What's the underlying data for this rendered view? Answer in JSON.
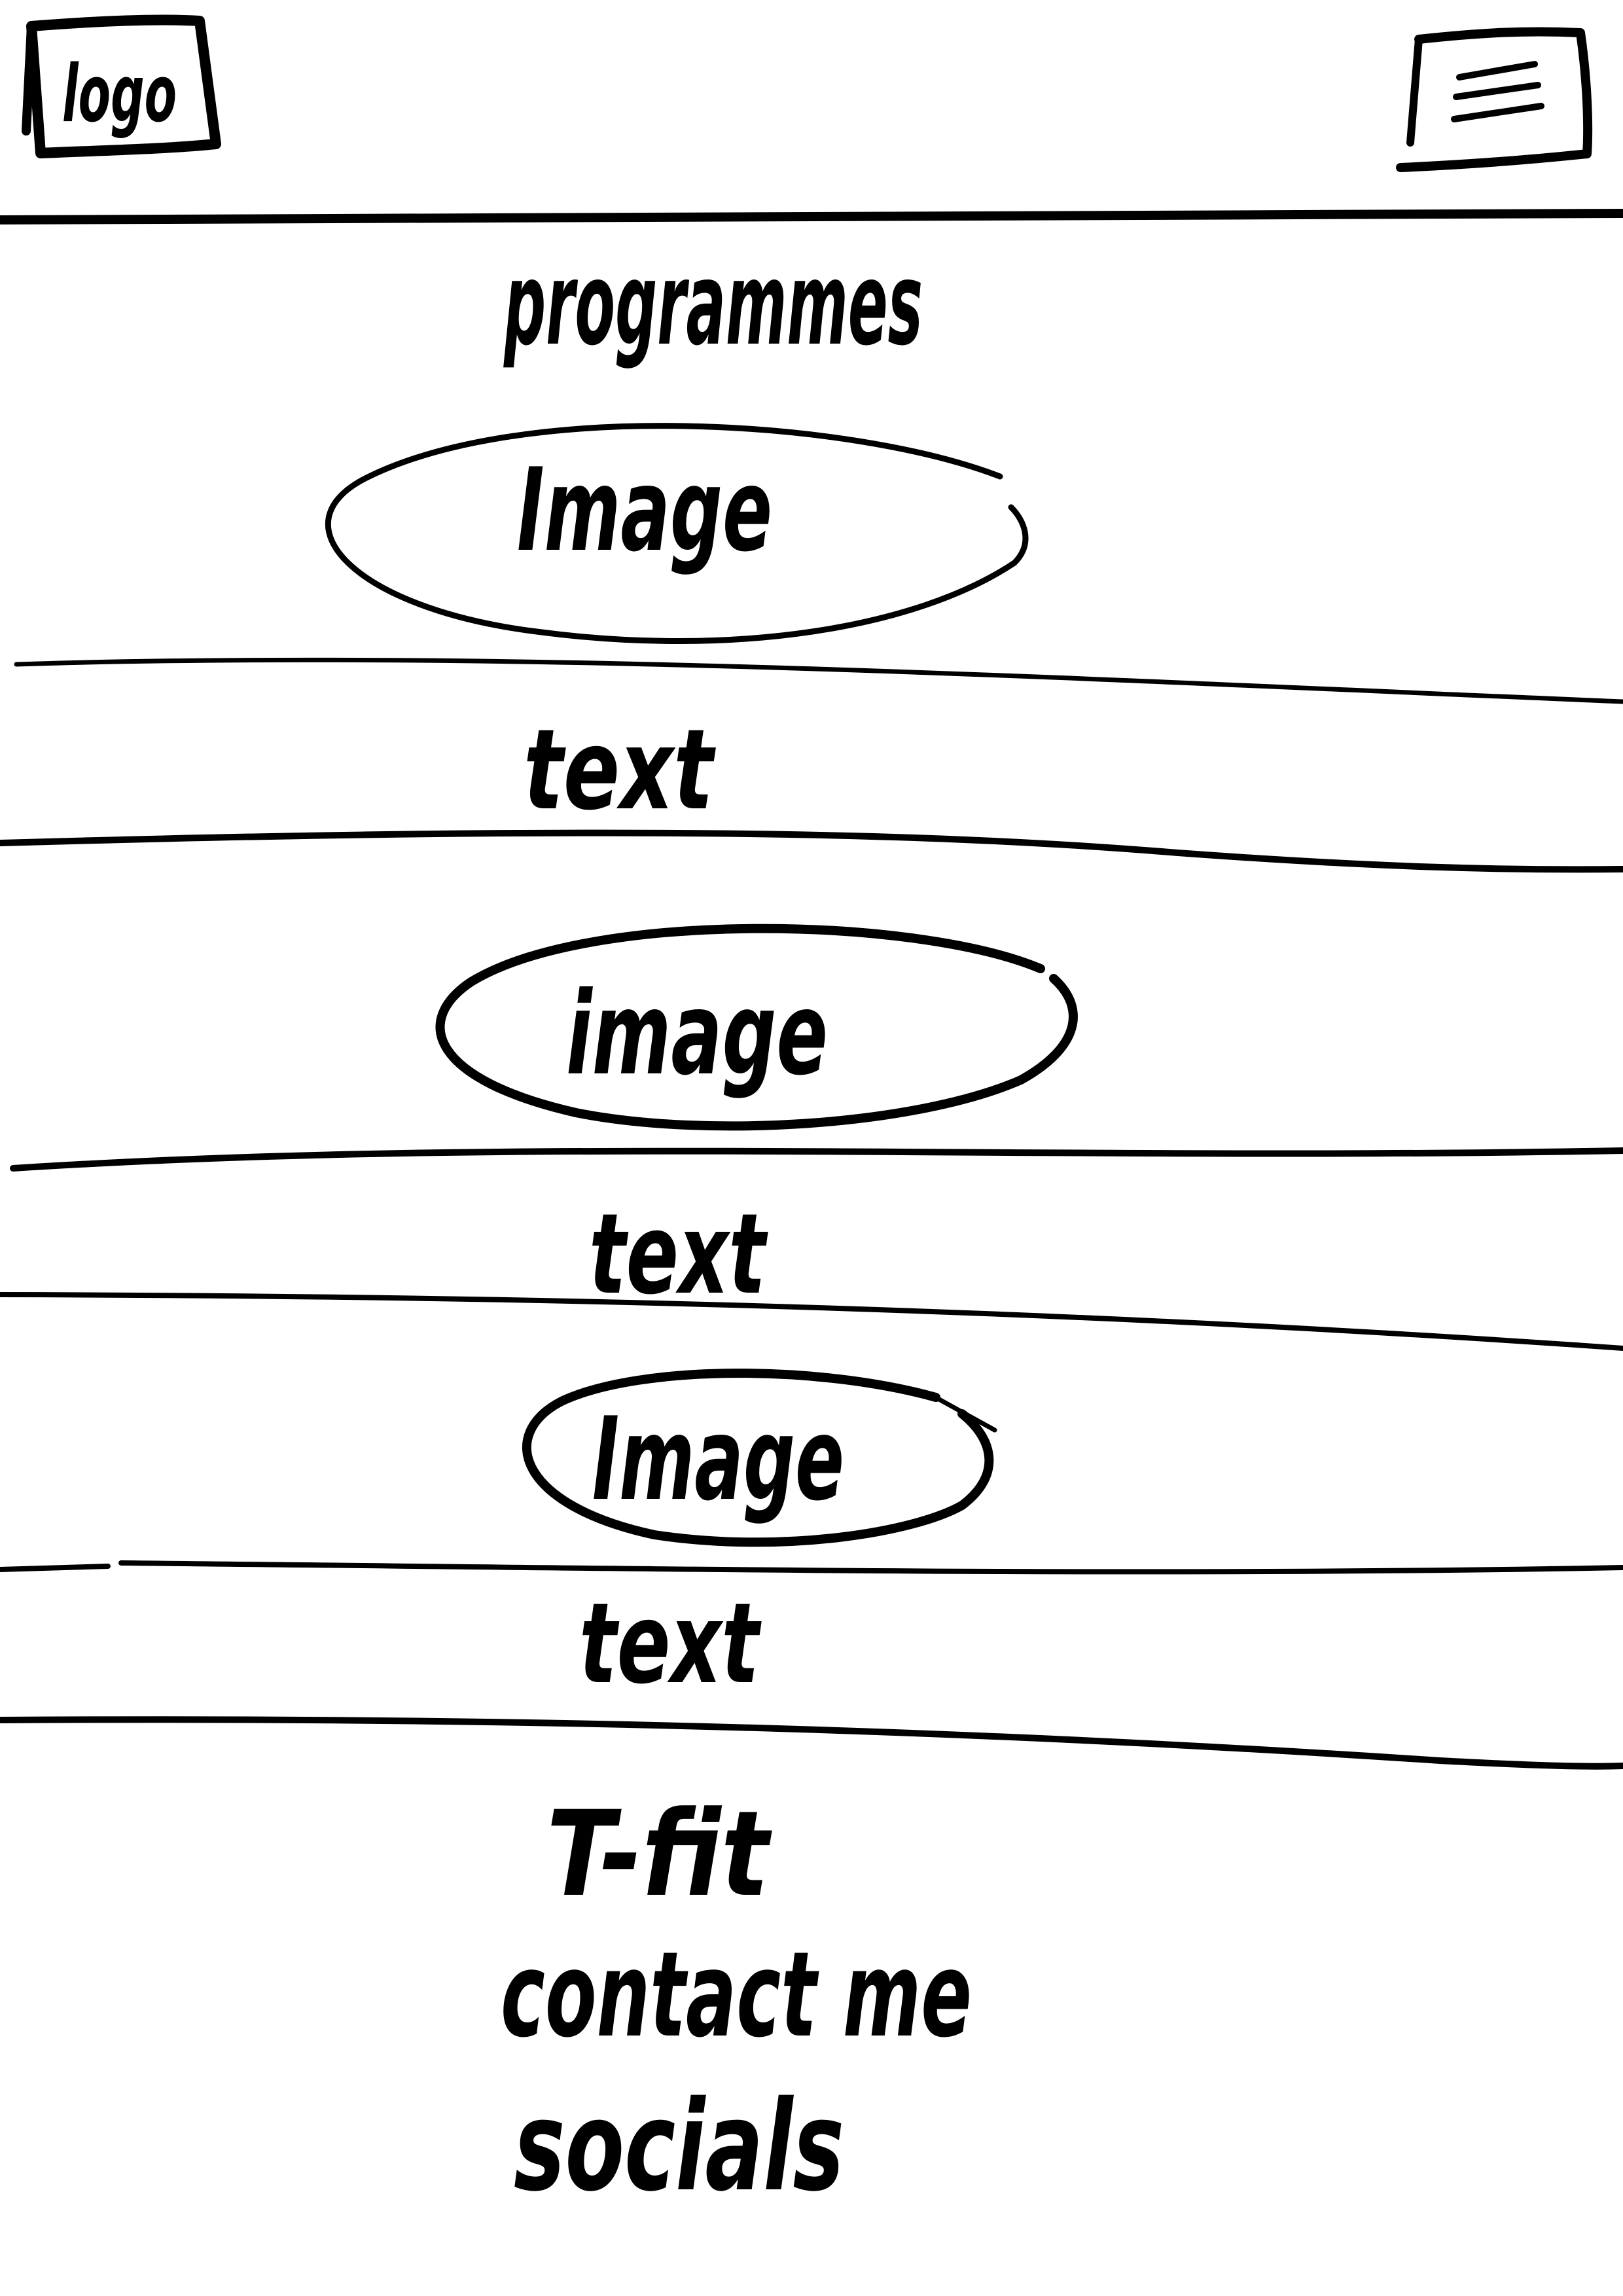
{
  "header": {
    "logo_label": "logo",
    "menu_icon": "hamburger-menu-icon"
  },
  "page_title": "programmes",
  "sections": [
    {
      "image_label": "Image",
      "text_label": "text"
    },
    {
      "image_label": "image",
      "text_label": "text"
    },
    {
      "image_label": "Image",
      "text_label": "text"
    }
  ],
  "footer": {
    "links": [
      "T-fit",
      "contact me",
      "socials"
    ]
  },
  "colors": {
    "ink": "#000000",
    "paper": "#ffffff"
  }
}
